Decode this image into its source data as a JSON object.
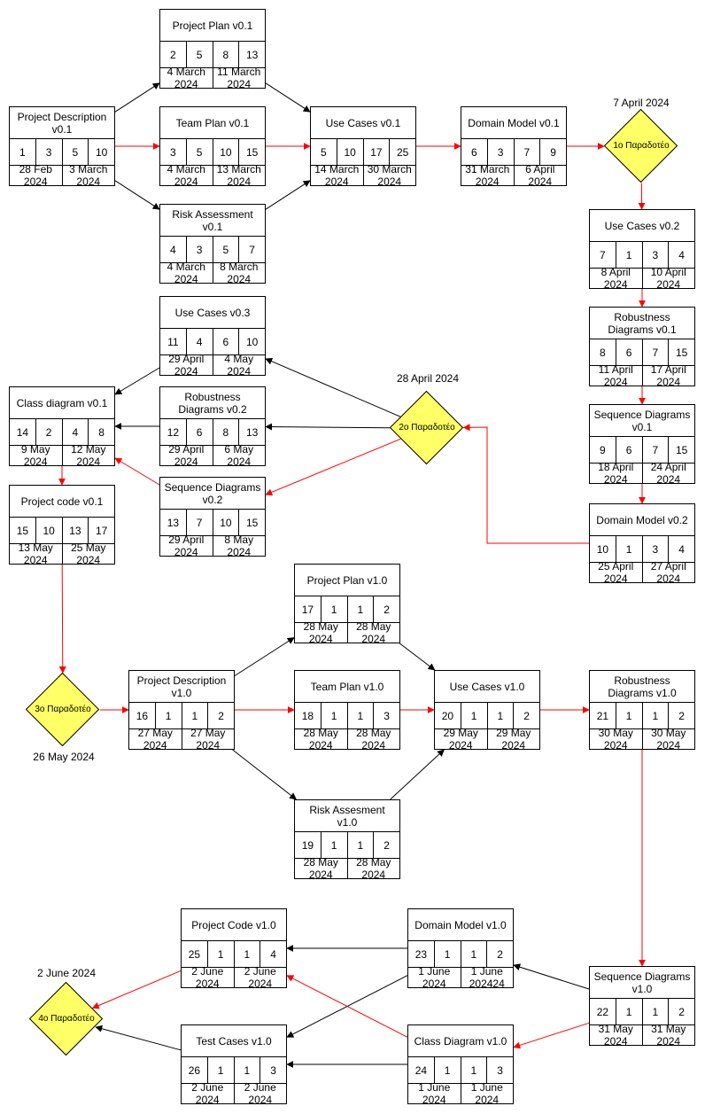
{
  "tasks": [
    {
      "id": "pd01",
      "title": "Project Description v0.1",
      "nums": [
        "1",
        "3",
        "5",
        "10"
      ],
      "dates": [
        "28 Feb 2024",
        "3 March 2024"
      ]
    },
    {
      "id": "pp01",
      "title": "Project Plan v0.1",
      "nums": [
        "2",
        "5",
        "8",
        "13"
      ],
      "dates": [
        "4 March 2024",
        "11 March 2024"
      ]
    },
    {
      "id": "tp01",
      "title": "Team Plan v0.1",
      "nums": [
        "3",
        "5",
        "10",
        "15"
      ],
      "dates": [
        "4 March 2024",
        "13 March 2024"
      ]
    },
    {
      "id": "ra01",
      "title": "Risk Assessment v0.1",
      "nums": [
        "4",
        "3",
        "5",
        "7"
      ],
      "dates": [
        "4 March 2024",
        "8 March 2024"
      ]
    },
    {
      "id": "uc01",
      "title": "Use Cases v0.1",
      "nums": [
        "5",
        "10",
        "17",
        "25"
      ],
      "dates": [
        "14 March 2024",
        "30 March 2024"
      ]
    },
    {
      "id": "dm01",
      "title": "Domain Model v0.1",
      "nums": [
        "6",
        "3",
        "7",
        "9"
      ],
      "dates": [
        "31 March 2024",
        "6 April 2024"
      ]
    },
    {
      "id": "uc02",
      "title": "Use Cases v0.2",
      "nums": [
        "7",
        "1",
        "3",
        "4"
      ],
      "dates": [
        "8 April 2024",
        "10 April 2024"
      ]
    },
    {
      "id": "rd01",
      "title": "Robustness Diagrams v0.1",
      "nums": [
        "8",
        "6",
        "7",
        "15"
      ],
      "dates": [
        "11 April 2024",
        "17 April 2024"
      ]
    },
    {
      "id": "sd01",
      "title": "Sequence Diagrams v0.1",
      "nums": [
        "9",
        "6",
        "7",
        "15"
      ],
      "dates": [
        "18 April 2024",
        "24 April 2024"
      ]
    },
    {
      "id": "dm02",
      "title": "Domain Model v0.2",
      "nums": [
        "10",
        "1",
        "3",
        "4"
      ],
      "dates": [
        "25 April 2024",
        "27 April 2024"
      ]
    },
    {
      "id": "uc03",
      "title": "Use Cases v0.3",
      "nums": [
        "11",
        "4",
        "6",
        "10"
      ],
      "dates": [
        "29 April 2024",
        "4 May 2024"
      ]
    },
    {
      "id": "rd02",
      "title": "Robustness Diagrams v0.2",
      "nums": [
        "12",
        "6",
        "8",
        "13"
      ],
      "dates": [
        "29 April 2024",
        "6 May 2024"
      ]
    },
    {
      "id": "sd02",
      "title": "Sequence Diagrams v0.2",
      "nums": [
        "13",
        "7",
        "10",
        "15"
      ],
      "dates": [
        "29 April 2024",
        "8 May 2024"
      ]
    },
    {
      "id": "cd01",
      "title": "Class diagram v0.1",
      "nums": [
        "14",
        "2",
        "4",
        "8"
      ],
      "dates": [
        "9 May 2024",
        "12 May 2024"
      ]
    },
    {
      "id": "pc01",
      "title": "Project code v0.1",
      "nums": [
        "15",
        "10",
        "13",
        "17"
      ],
      "dates": [
        "13 May 2024",
        "25 May 2024"
      ]
    },
    {
      "id": "pd10",
      "title": "Project Description v1.0",
      "nums": [
        "16",
        "1",
        "1",
        "2"
      ],
      "dates": [
        "27 May 2024",
        "27 May 2024"
      ]
    },
    {
      "id": "pp10",
      "title": "Project Plan v1.0",
      "nums": [
        "17",
        "1",
        "1",
        "2"
      ],
      "dates": [
        "28 May 2024",
        "28 May 2024"
      ]
    },
    {
      "id": "tp10",
      "title": "Team Plan v1.0",
      "nums": [
        "18",
        "1",
        "1",
        "3"
      ],
      "dates": [
        "28 May 2024",
        "28 May 2024"
      ]
    },
    {
      "id": "ra10",
      "title": "Risk Assesment v1.0",
      "nums": [
        "19",
        "1",
        "1",
        "2"
      ],
      "dates": [
        "28 May 2024",
        "28 May 2024"
      ]
    },
    {
      "id": "uc10",
      "title": "Use Cases v1.0",
      "nums": [
        "20",
        "1",
        "1",
        "2"
      ],
      "dates": [
        "29 May 2024",
        "29 May 2024"
      ]
    },
    {
      "id": "rd10",
      "title": "Robustness Diagrams v1.0",
      "nums": [
        "21",
        "1",
        "1",
        "2"
      ],
      "dates": [
        "30 May 2024",
        "30 May 2024"
      ]
    },
    {
      "id": "sd10",
      "title": "Sequence Diagrams v1.0",
      "nums": [
        "22",
        "1",
        "1",
        "2"
      ],
      "dates": [
        "31 May 2024",
        "31 May 2024"
      ]
    },
    {
      "id": "dm10",
      "title": "Domain Model v1.0",
      "nums": [
        "23",
        "1",
        "1",
        "2"
      ],
      "dates": [
        "1 June 2024",
        "1 June 202424"
      ]
    },
    {
      "id": "cd10",
      "title": "Class Diagram v1.0",
      "nums": [
        "24",
        "1",
        "1",
        "3"
      ],
      "dates": [
        "1 June 2024",
        "1 June 2024"
      ]
    },
    {
      "id": "pc10",
      "title": "Project Code v1.0",
      "nums": [
        "25",
        "1",
        "1",
        "4"
      ],
      "dates": [
        "2 June 2024",
        "2 June 2024"
      ]
    },
    {
      "id": "tc10",
      "title": "Test Cases v1.0",
      "nums": [
        "26",
        "1",
        "1",
        "3"
      ],
      "dates": [
        "2 June 2024",
        "2 June 2024"
      ]
    }
  ],
  "milestones": [
    {
      "id": "m1",
      "label": "1ο Παραδοτέο",
      "date": "7 April 2024"
    },
    {
      "id": "m2",
      "label": "2ο Παραδοτέο",
      "date": "28 April 2024"
    },
    {
      "id": "m3",
      "label": "3ο Παραδοτέο",
      "date": "26 May 2024"
    },
    {
      "id": "m4",
      "label": "4ο Παραδοτέο",
      "date": "2 June 2024"
    }
  ],
  "edges": [
    {
      "from": "pd01",
      "to": "pp01",
      "color": "black"
    },
    {
      "from": "pd01",
      "to": "tp01",
      "color": "red"
    },
    {
      "from": "pd01",
      "to": "ra01",
      "color": "black"
    },
    {
      "from": "pp01",
      "to": "uc01",
      "color": "black"
    },
    {
      "from": "tp01",
      "to": "uc01",
      "color": "red"
    },
    {
      "from": "ra01",
      "to": "uc01",
      "color": "black"
    },
    {
      "from": "uc01",
      "to": "dm01",
      "color": "red"
    },
    {
      "from": "dm01",
      "to": "m1",
      "color": "red"
    },
    {
      "from": "m1",
      "to": "uc02",
      "color": "red"
    },
    {
      "from": "uc02",
      "to": "rd01",
      "color": "red"
    },
    {
      "from": "rd01",
      "to": "sd01",
      "color": "red"
    },
    {
      "from": "sd01",
      "to": "dm02",
      "color": "red"
    },
    {
      "from": "dm02",
      "to": "m2",
      "color": "red"
    },
    {
      "from": "m2",
      "to": "uc03",
      "color": "black"
    },
    {
      "from": "m2",
      "to": "rd02",
      "color": "black"
    },
    {
      "from": "m2",
      "to": "sd02",
      "color": "red"
    },
    {
      "from": "uc03",
      "to": "cd01",
      "color": "black"
    },
    {
      "from": "rd02",
      "to": "cd01",
      "color": "black"
    },
    {
      "from": "sd02",
      "to": "cd01",
      "color": "red"
    },
    {
      "from": "cd01",
      "to": "pc01",
      "color": "red"
    },
    {
      "from": "pc01",
      "to": "m3",
      "color": "red"
    },
    {
      "from": "m3",
      "to": "pd10",
      "color": "red"
    },
    {
      "from": "pd10",
      "to": "pp10",
      "color": "black"
    },
    {
      "from": "pd10",
      "to": "tp10",
      "color": "red"
    },
    {
      "from": "pd10",
      "to": "ra10",
      "color": "black"
    },
    {
      "from": "pp10",
      "to": "uc10",
      "color": "black"
    },
    {
      "from": "tp10",
      "to": "uc10",
      "color": "red"
    },
    {
      "from": "ra10",
      "to": "uc10",
      "color": "black"
    },
    {
      "from": "uc10",
      "to": "rd10",
      "color": "red"
    },
    {
      "from": "rd10",
      "to": "sd10",
      "color": "red"
    },
    {
      "from": "sd10",
      "to": "dm10",
      "color": "black"
    },
    {
      "from": "sd10",
      "to": "cd10",
      "color": "red"
    },
    {
      "from": "dm10",
      "to": "pc10",
      "color": "black"
    },
    {
      "from": "dm10",
      "to": "tc10",
      "color": "black"
    },
    {
      "from": "cd10",
      "to": "pc10",
      "color": "red"
    },
    {
      "from": "cd10",
      "to": "tc10",
      "color": "black"
    },
    {
      "from": "pc10",
      "to": "m4",
      "color": "red"
    },
    {
      "from": "tc10",
      "to": "m4",
      "color": "black"
    }
  ],
  "colors": {
    "critical": "#ff0000",
    "normal": "#000000",
    "milestone_fill": "#ffff66"
  }
}
